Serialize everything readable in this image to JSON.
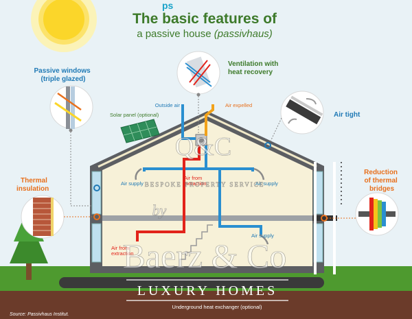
{
  "header": {
    "logo_fragment": "ps",
    "title": "The basic features of",
    "subtitle_plain": "a passive house ",
    "subtitle_italic": "(passivhaus)"
  },
  "labels": {
    "passive_windows": [
      "Passive windows",
      "(triple glazed)"
    ],
    "ventilation": [
      "Ventilation with",
      "heat recovery"
    ],
    "outside_air": "Outside air",
    "air_expelled": "Air expelled",
    "solar_panel": "Solar panel (optional)",
    "air_tight": "Air tight",
    "thermal_insulation": [
      "Thermal",
      "insulation"
    ],
    "reduction": [
      "Reduction",
      "of thermal",
      "bridges"
    ],
    "air_supply_left": "Air supply",
    "air_from_extraction_top": [
      "Air from",
      "extraction"
    ],
    "air_supply_right": "Air supply",
    "air_from_extraction_left": [
      "Air from",
      "extraction"
    ],
    "air_supply_low": "Air supply",
    "underground": "Underground heat exchanger (optional)",
    "source": "Source: Passivhaus Institut."
  },
  "watermark": {
    "monogram": "Q&C",
    "bespoke": "BESPOKE PROPERTY SERVICE",
    "by": "by",
    "brand": "Baerz & Co",
    "luxury": "LUXURY HOMES"
  },
  "colors": {
    "title_green": "#3d7a2a",
    "label_blue": "#1f79b5",
    "label_orange": "#e8701d",
    "sky": "#e9f2f6",
    "grass": "#4e9a2f",
    "soil": "#6b3b2a",
    "house_frame": "#5c5e62",
    "house_interior": "#f5f0d9",
    "fresh_air": "#2a8fd0",
    "stale_air": "#e2231a",
    "sun": "#fbe14a"
  }
}
